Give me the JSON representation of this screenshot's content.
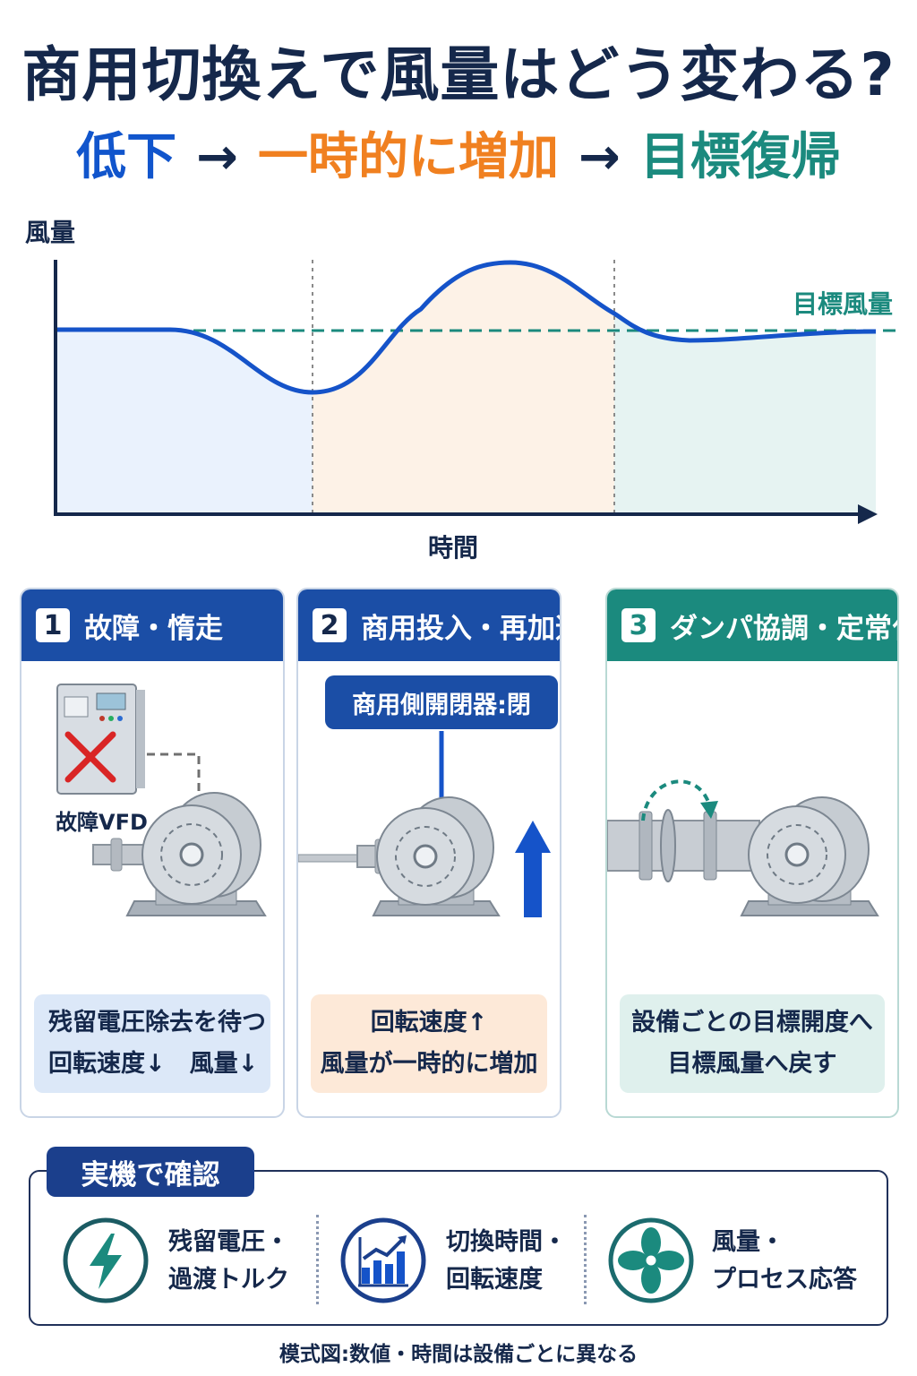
{
  "title": "商用切換えで風量はどう変わる?",
  "subtitle": {
    "phase1": "低下",
    "arrow": "→",
    "phase2": "一時的に増加",
    "phase3": "目標復帰"
  },
  "chart": {
    "y_axis_label": "風量",
    "x_axis_label": "時間",
    "target_label": "目標風量"
  },
  "colors": {
    "navy": "#15284b",
    "blue": "#1155cc",
    "orange": "#f08020",
    "teal": "#1b8a7e"
  },
  "panels": [
    {
      "number": "1",
      "title": "故障・惰走",
      "device_label": "故障VFD",
      "note_lines": [
        "残留電圧除去を待つ",
        "回転速度↓　風量↓"
      ]
    },
    {
      "number": "2",
      "title": "商用投入・再加速",
      "switch_label": "商用側開閉器:閉",
      "note_lines": [
        "回転速度↑",
        "風量が一時的に増加"
      ]
    },
    {
      "number": "3",
      "title": "ダンパ協調・定常化",
      "note_lines": [
        "設備ごとの目標開度へ",
        "目標風量へ戻す"
      ]
    }
  ],
  "check": {
    "title": "実機で確認",
    "items": [
      {
        "icon": "lightning-icon",
        "lines": [
          "残留電圧・",
          "過渡トルク"
        ]
      },
      {
        "icon": "bar-chart-icon",
        "lines": [
          "切換時間・",
          "回転速度"
        ]
      },
      {
        "icon": "fan-icon",
        "lines": [
          "風量・",
          "プロセス応答"
        ]
      }
    ]
  },
  "footnote": "模式図:数値・時間は設備ごとに異なる"
}
